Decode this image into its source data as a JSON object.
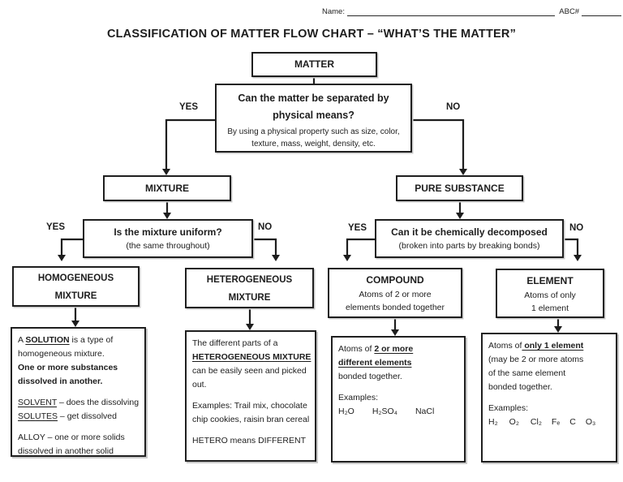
{
  "colors": {
    "ink": "#1d1d1d",
    "background": "#ffffff",
    "shadow": "#c9c9c9"
  },
  "header": {
    "name_label": "Name:",
    "abc_label": "ABC#"
  },
  "title": "CLASSIFICATION OF MATTER FLOW CHART – “WHAT’S THE MATTER”",
  "flow": {
    "matter": "MATTER",
    "q1": {
      "line1": "Can the matter be separated by",
      "line2": "physical means?",
      "sub1": "By using a physical property such as size, color,",
      "sub2": "texture, mass, weight, density, etc."
    },
    "labels": {
      "q1_yes": "YES",
      "q1_no": "NO",
      "q2a_yes": "YES",
      "q2a_no": "NO",
      "q2b_yes": "YES",
      "q2b_no": "NO"
    },
    "mixture": "MIXTURE",
    "pure_substance": "PURE SUBSTANCE",
    "q2a": {
      "line1": "Is the mixture uniform?",
      "line2": "(the same throughout)"
    },
    "q2b": {
      "line1": "Can it be chemically decomposed",
      "line2": "(broken into parts by breaking bonds)"
    },
    "categories": {
      "homogeneous": {
        "line1": "HOMOGENEOUS",
        "line2": "MIXTURE"
      },
      "heterogeneous": {
        "line1": "HETEROGENEOUS",
        "line2": "MIXTURE"
      },
      "compound": {
        "title": "COMPOUND",
        "desc1": "Atoms of 2 or more",
        "desc2": "elements bonded together"
      },
      "element": {
        "title": "ELEMENT",
        "desc1": "Atoms of only",
        "desc2": "1 element"
      }
    },
    "notes": {
      "solution": {
        "l1a": "A ",
        "l1b": "SOLUTION",
        "l1c": " is a type of",
        "l2": "homogeneous mixture.",
        "l3": "One or more substances",
        "l4": "dissolved in another.",
        "l5a": "SOLVENT",
        "l5b": " – does the dissolving",
        "l6a": "SOLUTES",
        "l6b": " – get dissolved",
        "l7": "ALLOY – one or more solids",
        "l8": "dissolved in another solid"
      },
      "heterogeneous": {
        "l1": "The different parts of a",
        "l2": "HETEROGENEOUS MIXTURE",
        "l3": "can be easily seen and picked",
        "l4": "out.",
        "l5": "Examples: Trail mix, chocolate",
        "l6": "chip cookies, raisin bran cereal",
        "l7": "HETERO means DIFFERENT"
      },
      "compound": {
        "l1a": "Atoms of ",
        "l1b": "2 or more",
        "l2": "different elements",
        "l3": "bonded together.",
        "l4": "Examples:",
        "formulas": [
          "H₂O",
          "H₂SO₄",
          "NaCl"
        ]
      },
      "element": {
        "l1a": "Atoms of",
        "l1b": " only 1 element",
        "l2": "(may be 2 or more atoms",
        "l3": "of the same element",
        "l4": "bonded together.",
        "l5": "Examples:",
        "formulas": [
          "H₂",
          "O₂",
          "Cl₂",
          "Fₑ",
          "C",
          "O₃"
        ]
      }
    }
  }
}
